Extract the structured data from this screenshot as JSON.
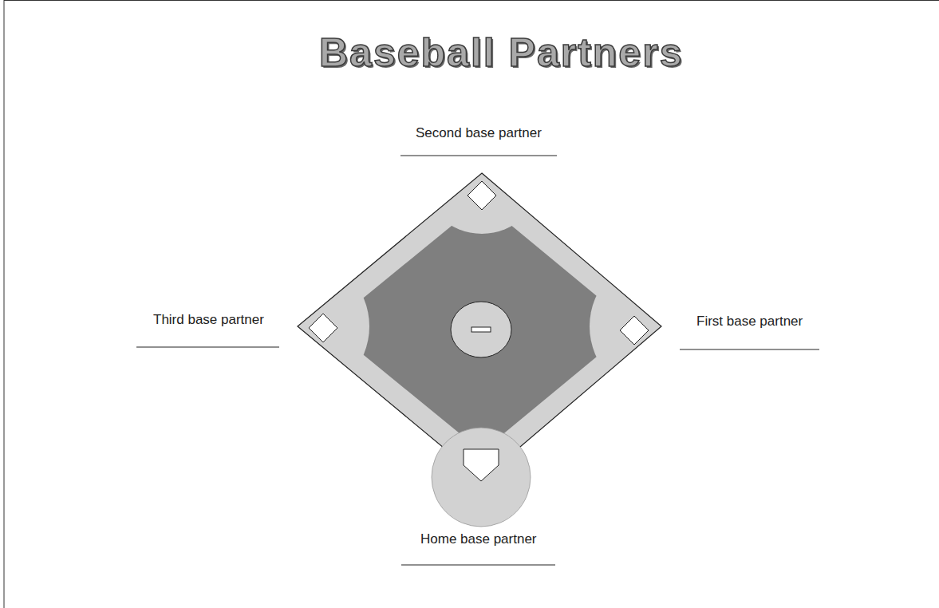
{
  "diagram": {
    "title": "Baseball Partners",
    "labels": [
      "Second base partner",
      "Third base partner",
      "First base partner",
      "Home base partner"
    ]
  }
}
